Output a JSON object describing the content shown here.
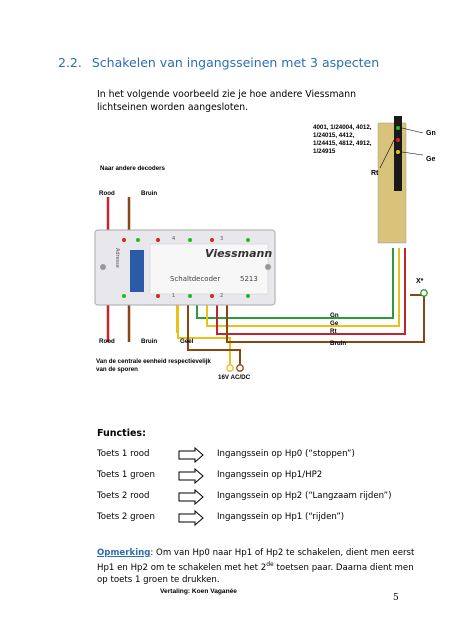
{
  "section": {
    "number": "2.2.",
    "title": "Schakelen van ingangsseinen met 3 aspecten"
  },
  "intro": "In het volgende voorbeeld zie je hoe andere Viessmann lichtseinen worden aangesloten.",
  "diagram": {
    "signal_models": "4001, 1/24004, 4012, 1/24015, 4412, 1/24415, 4812, 4912, 1/24915",
    "label_gn": "Gn",
    "label_ge": "Ge",
    "label_rt": "Rt",
    "naar_decoders": "Naar andere decoders",
    "rood_top": "Rood",
    "bruin_top": "Bruin",
    "rood_bottom": "Rood",
    "bruin_bottom": "Bruin",
    "geel": "Geel",
    "wire_gn": "Gn",
    "wire_ge": "Ge",
    "wire_rt": "Rt",
    "wire_bruin": "Bruin",
    "x_label": "X*",
    "central_unit": "Van de centrale eenheid respectievelijk van de sporen",
    "power": "16V AC/DC",
    "decoder_brand": "Viessmann",
    "decoder_name": "Schaltdecoder",
    "decoder_number": "5213",
    "decoder_side": "Adresse",
    "decoder_top_digits": [
      "4",
      "3"
    ],
    "decoder_bottom_digits": [
      "1",
      "2"
    ],
    "colors": {
      "red": "#c0262d",
      "brown": "#8b4513",
      "yellow": "#e8c21a",
      "green": "#2e9b3a",
      "heading": "#2b6fb0"
    }
  },
  "functions": {
    "title": "Functies:",
    "rows": [
      {
        "key": "Toets 1 rood",
        "desc": "Ingangssein op Hp0 (“stoppen”)"
      },
      {
        "key": "Toets 1 groen",
        "desc": "Ingangssein op Hp1/HP2"
      },
      {
        "key": "Toets 2 rood",
        "desc": "Ingangssein op Hp2 (“Langzaam rijden”)"
      },
      {
        "key": "Toets 2 groen",
        "desc": "Ingangssein op Hp1 (“rijden”)"
      }
    ]
  },
  "remark": {
    "label": "Opmerking",
    "text_before": ": Om van Hp0 naar Hp1 of Hp2 te schakelen, dient men eerst Hp1 en Hp2 om te schakelen met het 2",
    "sup": "de",
    "text_after": " toetsen paar. Daarna dient men op toets 1 groen te drukken."
  },
  "footer": {
    "translation": "Vertaling: Koen Vaganée",
    "page": "5"
  }
}
